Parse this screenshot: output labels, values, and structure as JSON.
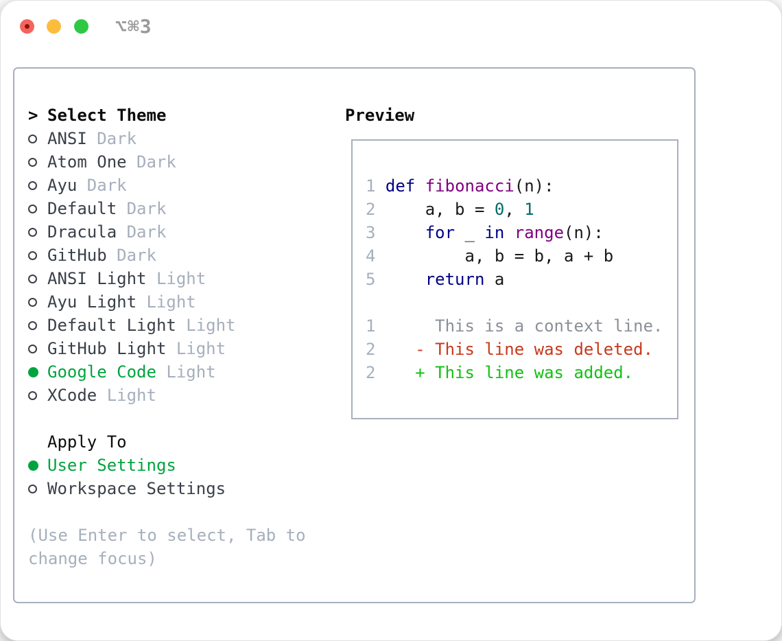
{
  "window": {
    "title": "⌥⌘3"
  },
  "theme_panel": {
    "header": {
      "marker": ">",
      "label": "Select Theme"
    },
    "themes": [
      {
        "name": "ANSI",
        "variant": "Dark",
        "selected": false
      },
      {
        "name": "Atom One",
        "variant": "Dark",
        "selected": false
      },
      {
        "name": "Ayu",
        "variant": "Dark",
        "selected": false
      },
      {
        "name": "Default",
        "variant": "Dark",
        "selected": false
      },
      {
        "name": "Dracula",
        "variant": "Dark",
        "selected": false
      },
      {
        "name": "GitHub",
        "variant": "Dark",
        "selected": false
      },
      {
        "name": "ANSI Light",
        "variant": "Light",
        "selected": false
      },
      {
        "name": "Ayu Light",
        "variant": "Light",
        "selected": false
      },
      {
        "name": "Default Light",
        "variant": "Light",
        "selected": false
      },
      {
        "name": "GitHub Light",
        "variant": "Light",
        "selected": false
      },
      {
        "name": "Google Code",
        "variant": "Light",
        "selected": true
      },
      {
        "name": "XCode",
        "variant": "Light",
        "selected": false
      }
    ],
    "apply_to": {
      "label": "Apply To",
      "options": [
        {
          "name": "User Settings",
          "selected": true
        },
        {
          "name": "Workspace Settings",
          "selected": false
        }
      ]
    },
    "hint_lines": [
      "(Use Enter to select, Tab to",
      "change focus)"
    ]
  },
  "preview": {
    "label": "Preview",
    "lines": [
      [
        [
          "1 ",
          "gutter"
        ],
        [
          "def",
          "kw"
        ],
        [
          " ",
          "plain"
        ],
        [
          "fibonacci",
          "fn"
        ],
        [
          "(n):",
          "plain"
        ]
      ],
      [
        [
          "2 ",
          "gutter"
        ],
        [
          "    a, b = ",
          "plain"
        ],
        [
          "0",
          "lit"
        ],
        [
          ", ",
          "plain"
        ],
        [
          "1",
          "lit"
        ]
      ],
      [
        [
          "3 ",
          "gutter"
        ],
        [
          "    ",
          "plain"
        ],
        [
          "for",
          "kw"
        ],
        [
          " _ ",
          "plain"
        ],
        [
          "in",
          "kw"
        ],
        [
          " ",
          "plain"
        ],
        [
          "range",
          "fn"
        ],
        [
          "(n):",
          "plain"
        ]
      ],
      [
        [
          "4 ",
          "gutter"
        ],
        [
          "        a, b = b, a + b",
          "plain"
        ]
      ],
      [
        [
          "5 ",
          "gutter"
        ],
        [
          "    ",
          "plain"
        ],
        [
          "return",
          "kw"
        ],
        [
          " a",
          "plain"
        ]
      ],
      [],
      [
        [
          "1",
          "gutter"
        ],
        [
          "      This is a context line.",
          "ctx"
        ]
      ],
      [
        [
          "2",
          "gutter"
        ],
        [
          "    ",
          "plain"
        ],
        [
          "- This line was deleted.",
          "del"
        ]
      ],
      [
        [
          "2",
          "gutter"
        ],
        [
          "    ",
          "plain"
        ],
        [
          "+ This line was added.",
          "add"
        ]
      ]
    ]
  },
  "colors": {
    "panel_border": "#a8b0bd",
    "ui_green": "#00a43e",
    "text_strong": "#0c0c0c",
    "text_name": "#3a4048",
    "text_muted": "#a6afbc",
    "title_gray": "#9a9a9a",
    "tl_red": "#f4645c",
    "tl_red_dot": "#8c1409",
    "tl_yellow": "#fcbd3e",
    "tl_green": "#2fc845",
    "syntax": {
      "gutter": "#a6afbc",
      "kw": "#000088",
      "fn": "#800080",
      "lit": "#066969",
      "plain": "#17191c",
      "ctx": "#8b9097",
      "del": "#c63a1c",
      "add": "#12c112"
    }
  }
}
